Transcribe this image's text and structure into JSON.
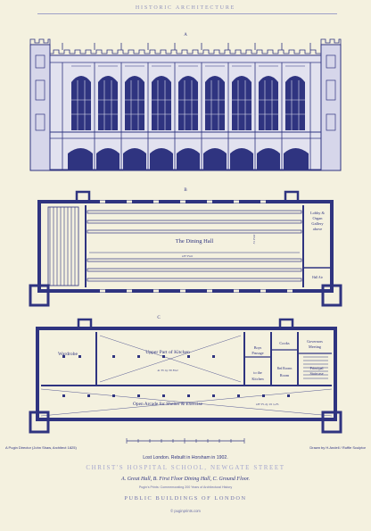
{
  "header": {
    "series_title": "HISTORIC ARCHITECTURE"
  },
  "plates": {
    "a": "A",
    "b": "B",
    "c": "C"
  },
  "plan_b": {
    "room_main": "The Dining Hall",
    "side_room_line1": "Lobby &",
    "side_room_line2": "Organ",
    "side_room_line3": "Gallery",
    "side_room_line4": "above",
    "scale_length": "187 Feet",
    "scale_width": "51 Feet",
    "small_room": "Hall Air"
  },
  "plan_c": {
    "room_1": "Wardrobe",
    "room_2": "Upper Part of Kitchen",
    "room_2_dim": "41 Ft. by 30 Feet",
    "room_3_line1": "Boys",
    "room_3_line2": "Passage",
    "room_3_line3": "to the",
    "room_3_line4": "Kitchen",
    "room_4": "Cooks",
    "room_5": "Bed Rooms",
    "room_6_line1": "Governors",
    "room_6_line2": "Meeting",
    "room_6_line3": "Room",
    "room_7_line1": "Principal",
    "room_7_line2": "Staircase",
    "arcade": "Open Arcade for Shelter & Exercise",
    "arcade_dim": "187 Ft. by 19 ¾ Ft."
  },
  "credits": {
    "left": "A Pugin Director (John Shaw, Architect 1825)",
    "right": "Drawn by H.Andell / Ruffle Sculptor"
  },
  "caption": {
    "location": "Lost London. Rebuilt in Horsham in 1902.",
    "title": "CHRIST'S HOSPITAL SCHOOL, NEWGATE STREET",
    "legend": "A. Great Hall, B. First Floor Dining Hall, C. Ground Floor.",
    "publisher": "Pugin's Prints: Commemorating 200 Years of Architectural History",
    "series": "PUBLIC BUILDINGS OF LONDON",
    "website": "© puginprints.com"
  }
}
